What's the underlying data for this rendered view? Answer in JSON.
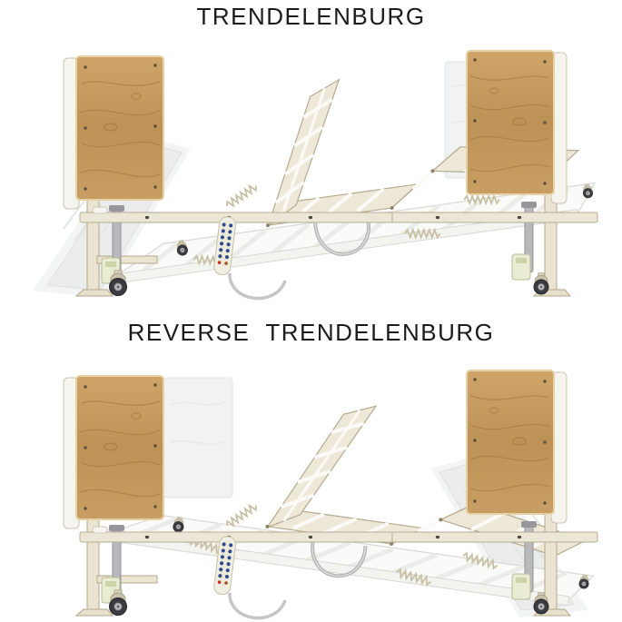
{
  "titles": {
    "top": "TRENDELENBURG",
    "bottom": "REVERSE  TRENDELENBURG"
  },
  "figures": {
    "top_alt": "Electric hospital bed frame with wooden head and foot boards, backrest and knee sections raised, deck tilted head-down",
    "bottom_alt": "Electric hospital bed frame with wooden head and foot boards, backrest and knee sections raised, deck tilted feet-down"
  },
  "colors": {
    "title_text": "#1b1b1b",
    "frame_cream": "#ece6d6",
    "frame_outline": "#b4ab91",
    "base_white": "#fafaf8",
    "wood_panel": "#c49c63",
    "wood_edge": "#e6d2a4",
    "ghost_panel_gray": "#ebeded",
    "pendant_body": "#f1efe3",
    "pendant_button_blue": "#2b4c95",
    "pendant_button_red": "#c03024",
    "caster_dark": "#3b3b3f",
    "lift_column_gray": "#b9b9bc",
    "motor_box_green": "#e9ecd2"
  }
}
